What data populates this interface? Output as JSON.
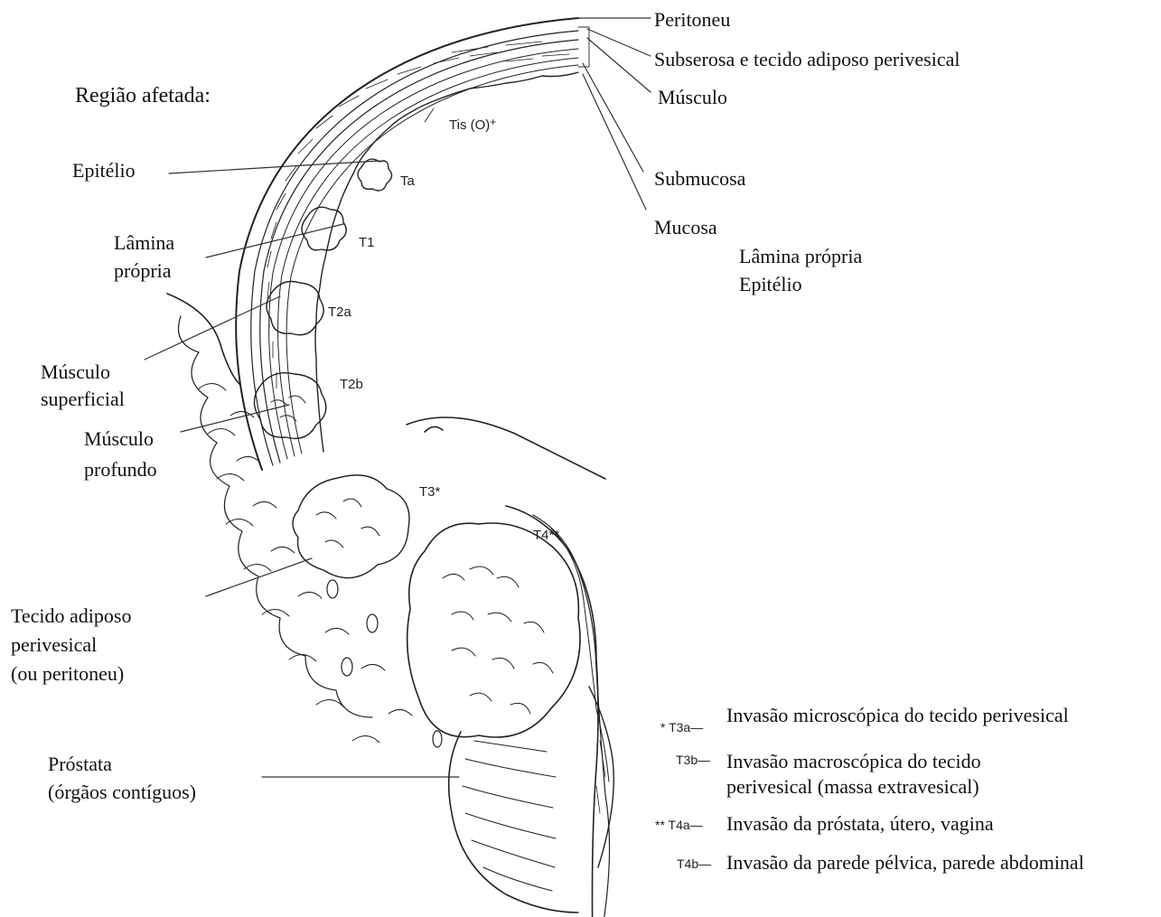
{
  "title": "Região afetada:",
  "layers": {
    "peritoneu": "Peritoneu",
    "subserosa": "Subserosa e tecido adiposo perivesical",
    "musculo": "Músculo",
    "submucosa": "Submucosa",
    "mucosa": "Mucosa",
    "lamina_propria": "Lâmina própria",
    "epitelio": "Epitélio"
  },
  "regions": {
    "epitelio": "Epitélio",
    "lamina_1": "Lâmina",
    "lamina_2": "própria",
    "musc_sup_1": "Músculo",
    "musc_sup_2": "superficial",
    "musc_prof_1": "Músculo",
    "musc_prof_2": "profundo",
    "adiposo_1": "Tecido adiposo",
    "adiposo_2": "perivesical",
    "adiposo_3": "(ou peritoneu)",
    "prostata_1": "Próstata",
    "prostata_2": "(órgãos contíguos)"
  },
  "stages": {
    "tis": "Tis (O)",
    "tis_sup": "+",
    "ta": "Ta",
    "t1": "T1",
    "t2a": "T2a",
    "t2b": "T2b",
    "t3": "T3*",
    "t4": "T4**"
  },
  "legend": [
    {
      "code": "* T3a—",
      "text": "Invasão microscópica do tecido perivesical"
    },
    {
      "code": "T3b—",
      "text": "Invasão macroscópica do tecido",
      "text2": "perivesical (massa extravesical)"
    },
    {
      "code": "** T4a—",
      "text": "Invasão da próstata, útero, vagina"
    },
    {
      "code": "T4b—",
      "text": "Invasão da parede pélvica, parede abdominal"
    }
  ],
  "colors": {
    "ink": "#111111",
    "paper": "#ffffff"
  }
}
